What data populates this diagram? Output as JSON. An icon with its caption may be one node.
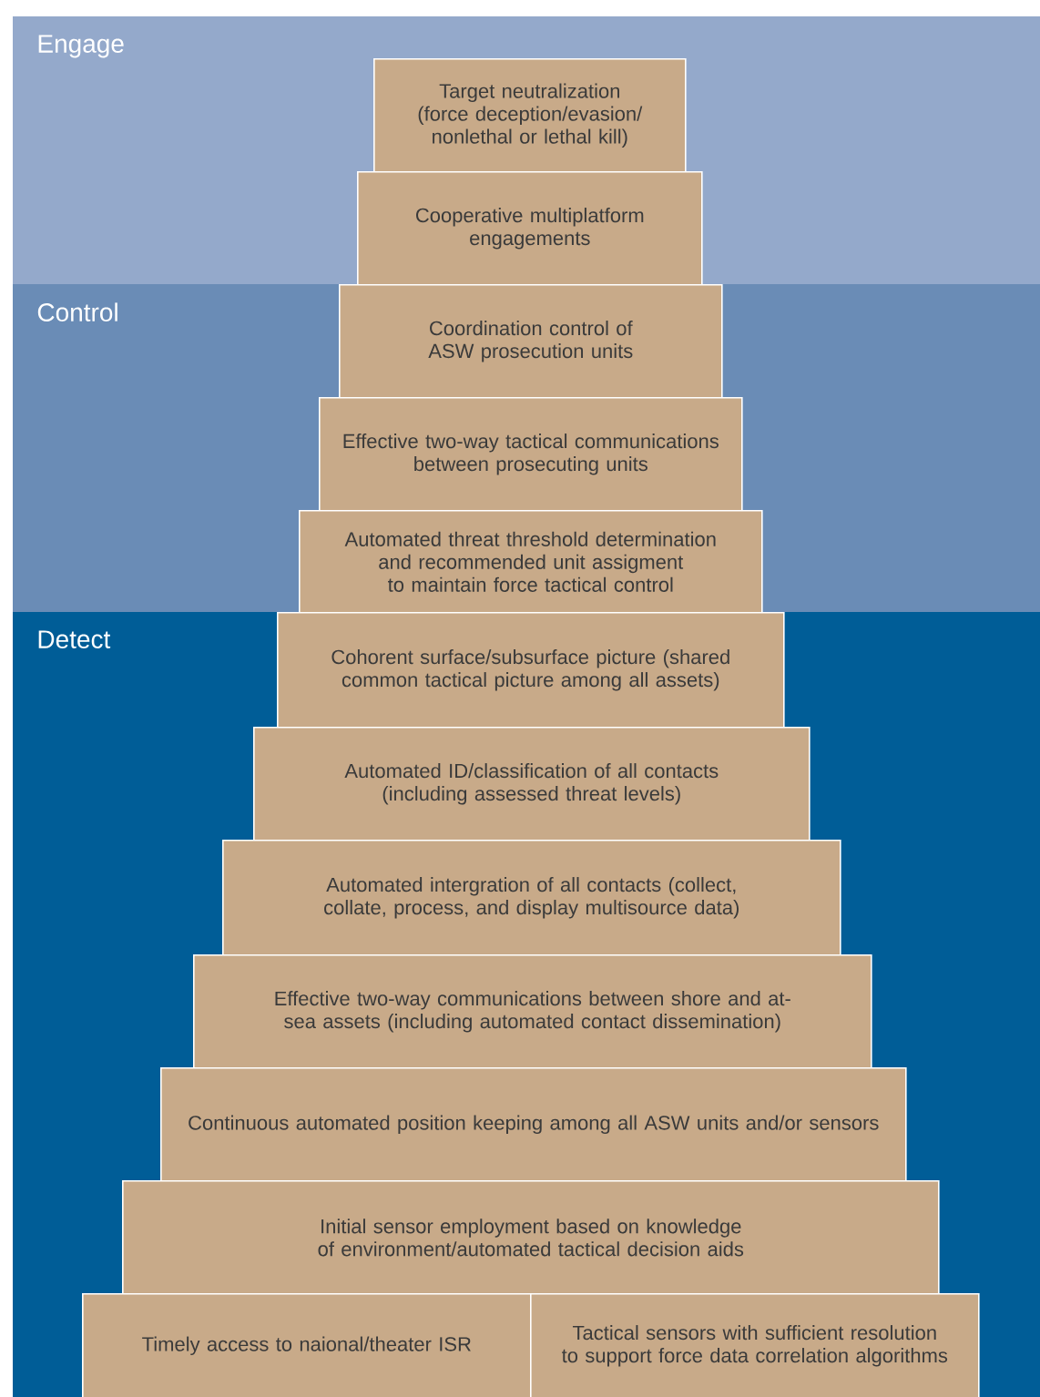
{
  "diagram": {
    "nodes": [
      {
        "text": [
          "Engage"
        ]
      },
      {
        "text": [
          "Control"
        ]
      },
      {
        "text": [
          "Detect"
        ]
      },
      {
        "text": [
          "Target neutralization (force deception/evasion/ nonlethal or lethal kill)"
        ],
        "in": 0
      },
      {
        "text": [
          "Cooperative multiplatform engagements"
        ],
        "in": 0
      },
      {
        "text": [
          "Coordination control of ASW prosecution units"
        ],
        "in": 1
      },
      {
        "text": [
          "Effective two-way tactical communications between prosecuting units"
        ],
        "in": 1
      },
      {
        "text": [
          "Automated threat threshold determination and recommended unit assigment to maintain force tactical control"
        ],
        "in": 1
      },
      {
        "text": [
          "Cohorent surface/subsurface picture (shared common tactical picture among all assets)"
        ],
        "in": 2
      },
      {
        "text": [
          "Automated ID/classification of all contacts (including assessed threat levels)"
        ],
        "in": 2
      },
      {
        "text": [
          "Automated intergration of all contacts (collect, collate, process, and display multisource data)"
        ],
        "in": 2
      },
      {
        "text": [
          "Effective two-way communications between shore and at-sea assets (including automated contact dissemination)"
        ],
        "in": 2
      },
      {
        "text": [
          "Continuous automated position keeping among all ASW units and/or sensors"
        ],
        "in": 2
      },
      {
        "text": [
          "Initial sensor employment based on knowledge of environment/automated tactical decision aids"
        ],
        "in": 2
      },
      {
        "text": [
          "Timely access to naional/theater ISR"
        ],
        "in": 2
      },
      {
        "text": [
          "Tactical sensors with sufficient resolution to support force data correlation algorithms"
        ],
        "in": 2
      }
    ]
  }
}
